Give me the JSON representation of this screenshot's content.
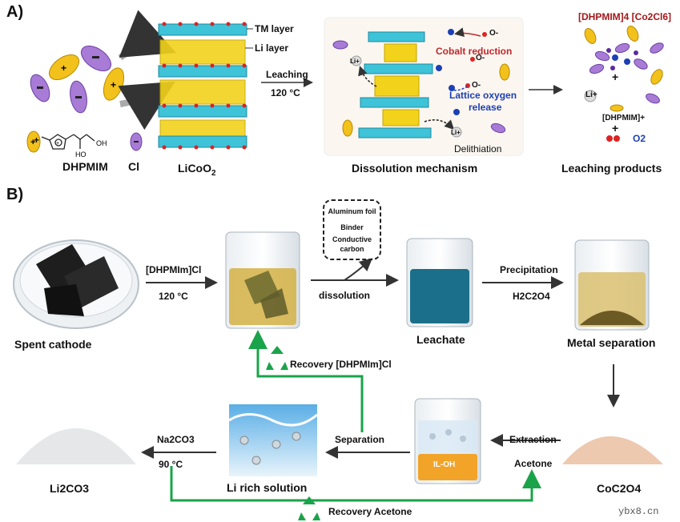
{
  "panel_a": {
    "label": "A)",
    "dhpmim_label": "DHPMIM",
    "cl_label": "Cl",
    "licoo2_label": "LiCoO",
    "licoo2_sub": "2",
    "tm_layer": "TM layer",
    "li_layer": "Li layer",
    "leaching": "Leaching",
    "temp": "120 °C",
    "dissolution_title": "Dissolution mechanism",
    "cobalt_reduction": "Cobalt reduction",
    "lattice_oxygen_1": "Lattice oxygen",
    "lattice_oxygen_2": "release",
    "delithiation": "Delithiation",
    "products_title": "Leaching products",
    "product_complex": "[DHPMIM]4 [Co2Cl6]",
    "product_cation": "[DHPMIM]+",
    "product_o2": "O2",
    "li_plus": "Li+",
    "plus": "+",
    "o_minus": "O-"
  },
  "panel_b": {
    "label": "B)",
    "spent_cathode": "Spent cathode",
    "il_name": "[DHPMIm]Cl",
    "temp": "120 °C",
    "residue_1": "Aluminum foil",
    "residue_2": "Binder",
    "residue_3": "Conductive",
    "residue_4": "carbon",
    "dissolution": "dissolution",
    "leachate": "Leachate",
    "precipitation": "Precipitation",
    "oxalic": "H2C2O4",
    "metal_separation": "Metal separation",
    "recovery_il": "Recovery [DHPMIm]Cl",
    "cobalt_oxalate": "CoC2O4",
    "extraction": "Extraction",
    "acetone": "Acetone",
    "il_oh": "IL-OH",
    "separation": "Separation",
    "li_rich": "Li rich solution",
    "na2co3": "Na2CO3",
    "temp2": "90 °C",
    "li2co3": "Li2CO3",
    "recovery_acetone": "Recovery Acetone"
  },
  "watermark": "ybx8.cn",
  "colors": {
    "green_arrow": "#1aa34a",
    "teal": "#3ec3d8",
    "yellow": "#f2d21b",
    "purple": "#a77bd6",
    "leachate": "#1b6f8a",
    "liquid": "#d4b244"
  }
}
